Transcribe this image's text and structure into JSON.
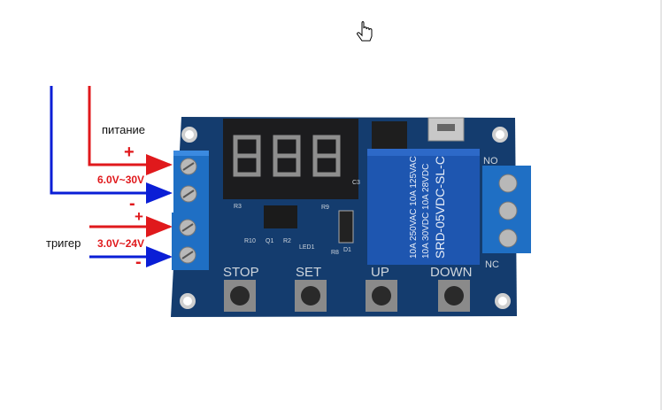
{
  "annotations": {
    "power_label": "питание",
    "power_plus": "+",
    "power_voltage": "6.0V~30V",
    "power_minus": "-",
    "trigger_label": "тригер",
    "trigger_plus": "+",
    "trigger_voltage": "3.0V~24V",
    "trigger_minus": "-"
  },
  "board": {
    "buttons": [
      "STOP",
      "SET",
      "UP",
      "DOWN"
    ],
    "silkscreen": [
      "R3",
      "R9",
      "R10",
      "Q1",
      "R2",
      "LED1",
      "R8",
      "D1",
      "C3",
      "NO",
      "NC"
    ],
    "relay_lines": [
      "10A 250VAC  10A 125VAC",
      "10A 30VDC  10A 28VDC",
      "SRD-05VDC-SL-C"
    ]
  },
  "colors": {
    "positive": "#e0191c",
    "negative": "#0a1ed6",
    "pcb": "#143c6e",
    "terminal": "#1f6fc4",
    "relay": "#1e56b0"
  }
}
